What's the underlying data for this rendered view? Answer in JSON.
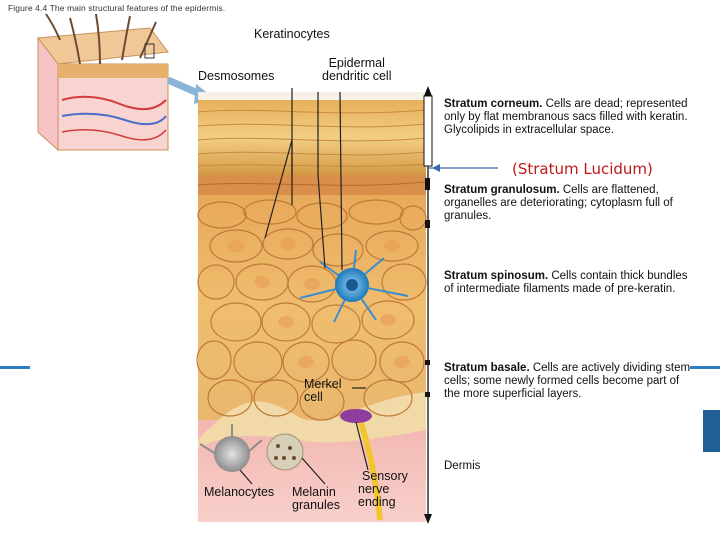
{
  "caption": "Figure 4.4 The main structural features of the epidermis.",
  "labels": {
    "keratinocytes": "Keratinocytes",
    "desmosomes": "Desmosomes",
    "epidermal_dendritic": [
      "Epidermal",
      "dendritic cell"
    ],
    "merkel": [
      "Merkel",
      "cell"
    ],
    "melanocytes": "Melanocytes",
    "melanin": [
      "Melanin",
      "granules"
    ],
    "sensory": [
      "Sensory",
      "nerve",
      "ending"
    ],
    "lucidum": "(Stratum Lucidum)"
  },
  "layers": [
    {
      "title": "Stratum corneum.",
      "text": "Cells are dead; represented only by flat membranous sacs filled with keratin. Glycolipids in extracellular space."
    },
    {
      "title": "Stratum granulosum.",
      "text": "Cells are flattened, organelles are deteriorating; cytoplasm full of granules."
    },
    {
      "title": "Stratum spinosum.",
      "text": "Cells contain thick bundles of intermediate filaments made of pre-keratin."
    },
    {
      "title": "Stratum basale.",
      "text": "Cells are actively dividing stem cells; some newly formed cells become part of the more superficial layers."
    },
    {
      "title": "",
      "text": "Dermis"
    }
  ],
  "colors": {
    "lucidum": "#c01818",
    "accent_blue": "#2d7ec4"
  }
}
